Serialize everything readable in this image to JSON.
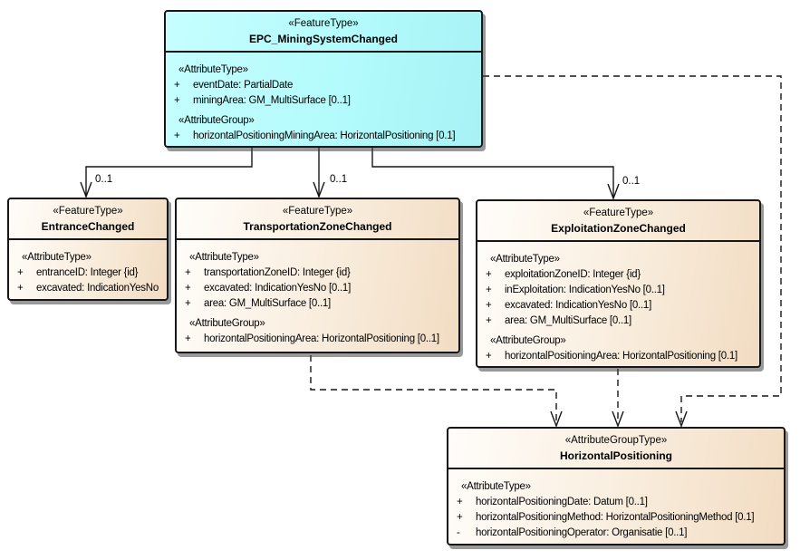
{
  "classes": {
    "epc": {
      "stereotype": "«FeatureType»",
      "name": "EPC_MiningSystemChanged",
      "rows": [
        {
          "p": "",
          "t": "«AttributeType»"
        },
        {
          "p": "+",
          "t": "eventDate: PartialDate"
        },
        {
          "p": "+",
          "t": "miningArea: GM_MultiSurface [0..1]"
        },
        {
          "p": "",
          "t": "«AttributeGroup»"
        },
        {
          "p": "+",
          "t": "horizontalPositioningMiningArea: HorizontalPositioning [0.1]"
        }
      ]
    },
    "entrance": {
      "stereotype": "«FeatureType»",
      "name": "EntranceChanged",
      "rows": [
        {
          "p": "",
          "t": "«AttributeType»"
        },
        {
          "p": "+",
          "t": "entranceID: Integer {id}"
        },
        {
          "p": "+",
          "t": "excavated: IndicationYesNo"
        }
      ]
    },
    "transportation": {
      "stereotype": "«FeatureType»",
      "name": "TransportationZoneChanged",
      "rows": [
        {
          "p": "",
          "t": "«AttributeType»"
        },
        {
          "p": "+",
          "t": "transportationZoneID: Integer {id}"
        },
        {
          "p": "+",
          "t": "excavated: IndicationYesNo [0..1]"
        },
        {
          "p": "+",
          "t": "area: GM_MultiSurface [0..1]"
        },
        {
          "p": "",
          "t": "«AttributeGroup»"
        },
        {
          "p": "+",
          "t": "horizontalPositioningArea: HorizontalPositioning [0..1]"
        }
      ]
    },
    "exploitation": {
      "stereotype": "«FeatureType»",
      "name": "ExploitationZoneChanged",
      "rows": [
        {
          "p": "",
          "t": "«AttributeType»"
        },
        {
          "p": "+",
          "t": "exploitationZoneID: Integer {id}"
        },
        {
          "p": "+",
          "t": "inExploitation: IndicationYesNo [0..1]"
        },
        {
          "p": "+",
          "t": "excavated: IndicationYesNo [0..1]"
        },
        {
          "p": "+",
          "t": "area: GM_MultiSurface [0..1]"
        },
        {
          "p": "",
          "t": "«AttributeGroup»"
        },
        {
          "p": "+",
          "t": "horizontalPositioningArea: HorizontalPositioning [0.1]"
        }
      ]
    },
    "horizontal": {
      "stereotype": "«AttributeGroupType»",
      "name": "HorizontalPositioning",
      "rows": [
        {
          "p": "",
          "t": "«AttributeType»"
        },
        {
          "p": "+",
          "t": "horizontalPositioningDate: Datum [0..1]"
        },
        {
          "p": "+",
          "t": "horizontalPositioningMethod: HorizontalPositioningMethod [0.1]"
        },
        {
          "p": "-",
          "t": "horizontalPositioningOperator: Organisatie [0..1]"
        }
      ]
    }
  },
  "labels": {
    "entrance_multiplicity": "0..1",
    "transportation_multiplicity": "0..1",
    "exploitation_multiplicity": "0..1"
  },
  "colors": {
    "feature_type_fill": "#b3fbfc",
    "changed_fill_light": "#fffdfa",
    "changed_fill_dark": "#f2dcc2",
    "line": "#161616",
    "shadow": "#707070"
  }
}
